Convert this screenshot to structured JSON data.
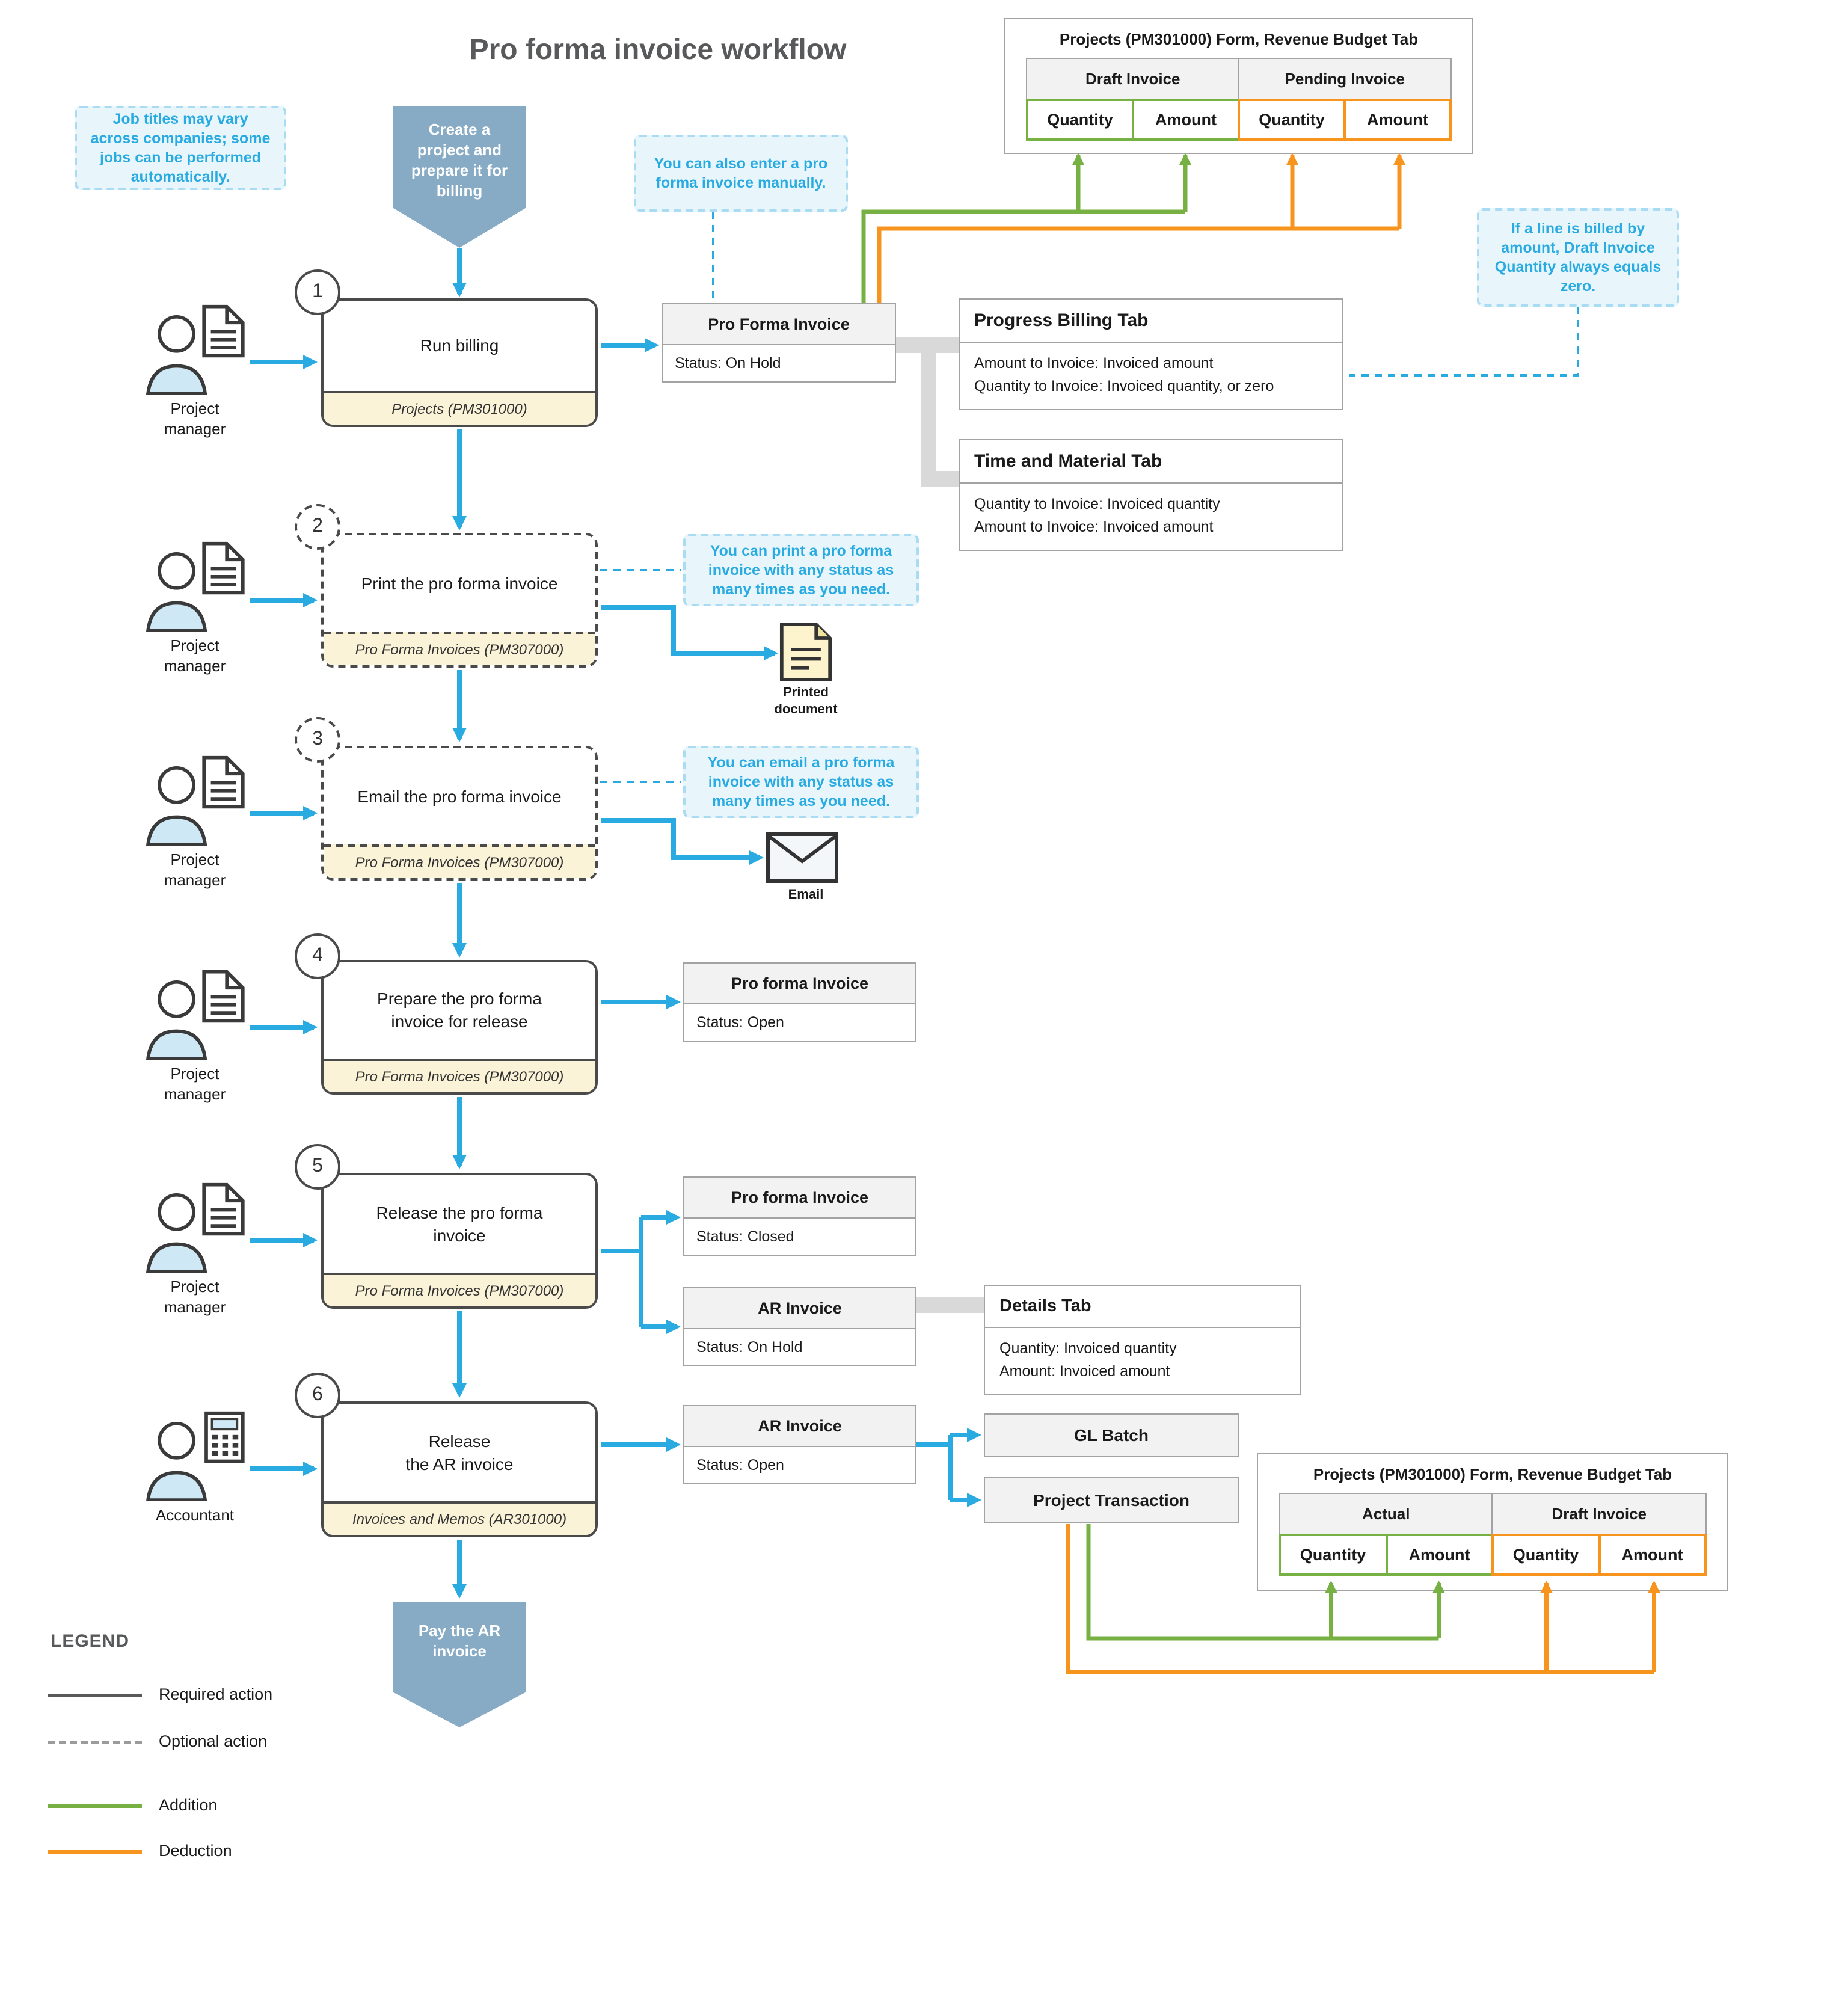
{
  "title": "Pro forma invoice workflow",
  "colors": {
    "flow_blue": "#29abe2",
    "addition_green": "#77b043",
    "deduction_orange": "#f7941e",
    "note_bg": "#e8f6fc",
    "note_border": "#a9dcf2",
    "step_footer_bg": "#faf3d7",
    "terminal_blue": "#87abc5",
    "connector_gray": "#d9d9d9",
    "line_dark": "#4a4a4a"
  },
  "terminals": {
    "start": "Create a project and prepare it for billing",
    "end": "Pay the AR invoice"
  },
  "callouts": {
    "job_titles": "Job titles may vary across companies; some jobs can be performed automatically.",
    "manual_entry": "You can also enter a pro forma invoice manually.",
    "billed_by_amount": "If a line is billed by amount, Draft Invoice Quantity always equals zero.",
    "print_any_status": "You can print a pro forma invoice with any status as many times as you need.",
    "email_any_status": "You can email a pro forma invoice with any status as many times as you need."
  },
  "steps": [
    {
      "number": "1",
      "actor": "Project manager",
      "title": "Run billing",
      "screen": "Projects (PM301000)",
      "optional": false
    },
    {
      "number": "2",
      "actor": "Project manager",
      "title": "Print the pro forma invoice",
      "screen": "Pro Forma Invoices (PM307000)",
      "optional": true
    },
    {
      "number": "3",
      "actor": "Project manager",
      "title": "Email the pro forma invoice",
      "screen": "Pro Forma Invoices (PM307000)",
      "optional": true
    },
    {
      "number": "4",
      "actor": "Project manager",
      "title": "Prepare the pro forma\ninvoice for release",
      "screen": "Pro Forma Invoices (PM307000)",
      "optional": false
    },
    {
      "number": "5",
      "actor": "Project manager",
      "title": "Release the pro forma\ninvoice",
      "screen": "Pro Forma Invoices (PM307000)",
      "optional": false
    },
    {
      "number": "6",
      "actor": "Accountant",
      "title": "Release\nthe AR invoice",
      "screen": "Invoices and Memos (AR301000)",
      "optional": false
    }
  ],
  "documents": {
    "proforma_onhold": {
      "title": "Pro Forma Invoice",
      "status": "Status: On Hold"
    },
    "proforma_open": {
      "title": "Pro forma Invoice",
      "status": "Status: Open"
    },
    "proforma_closed": {
      "title": "Pro forma Invoice",
      "status": "Status: Closed"
    },
    "ar_onhold": {
      "title": "AR Invoice",
      "status": "Status: On Hold"
    },
    "ar_open": {
      "title": "AR Invoice",
      "status": "Status: Open"
    },
    "gl_batch": "GL Batch",
    "project_transaction": "Project Transaction"
  },
  "tabs": {
    "progress_billing": {
      "title": "Progress Billing Tab",
      "lines": [
        "Amount to Invoice: Invoiced amount",
        "Quantity to Invoice: Invoiced quantity, or zero"
      ]
    },
    "time_material": {
      "title": "Time and Material Tab",
      "lines": [
        "Quantity to Invoice: Invoiced quantity",
        "Amount to Invoice: Invoiced amount"
      ]
    },
    "details": {
      "title": "Details Tab",
      "lines": [
        "Quantity: Invoiced quantity",
        "Amount: Invoiced amount"
      ]
    }
  },
  "tables": {
    "top": {
      "title": "Projects (PM301000) Form, Revenue Budget Tab",
      "groups": [
        {
          "label": "Draft Invoice",
          "effect": "addition",
          "cols": [
            "Quantity",
            "Amount"
          ]
        },
        {
          "label": "Pending Invoice",
          "effect": "deduction",
          "cols": [
            "Quantity",
            "Amount"
          ]
        }
      ]
    },
    "bottom": {
      "title": "Projects (PM301000) Form, Revenue Budget Tab",
      "groups": [
        {
          "label": "Actual",
          "effect": "addition",
          "cols": [
            "Quantity",
            "Amount"
          ]
        },
        {
          "label": "Draft Invoice",
          "effect": "deduction",
          "cols": [
            "Quantity",
            "Amount"
          ]
        }
      ]
    }
  },
  "artifacts": {
    "printed_document": "Printed document",
    "email": "Email"
  },
  "legend": {
    "title": "LEGEND",
    "items": [
      {
        "style": "solid",
        "label": "Required action"
      },
      {
        "style": "dashed",
        "label": "Optional action"
      },
      {
        "style": "addition",
        "label": "Addition"
      },
      {
        "style": "deduction",
        "label": "Deduction"
      }
    ]
  }
}
